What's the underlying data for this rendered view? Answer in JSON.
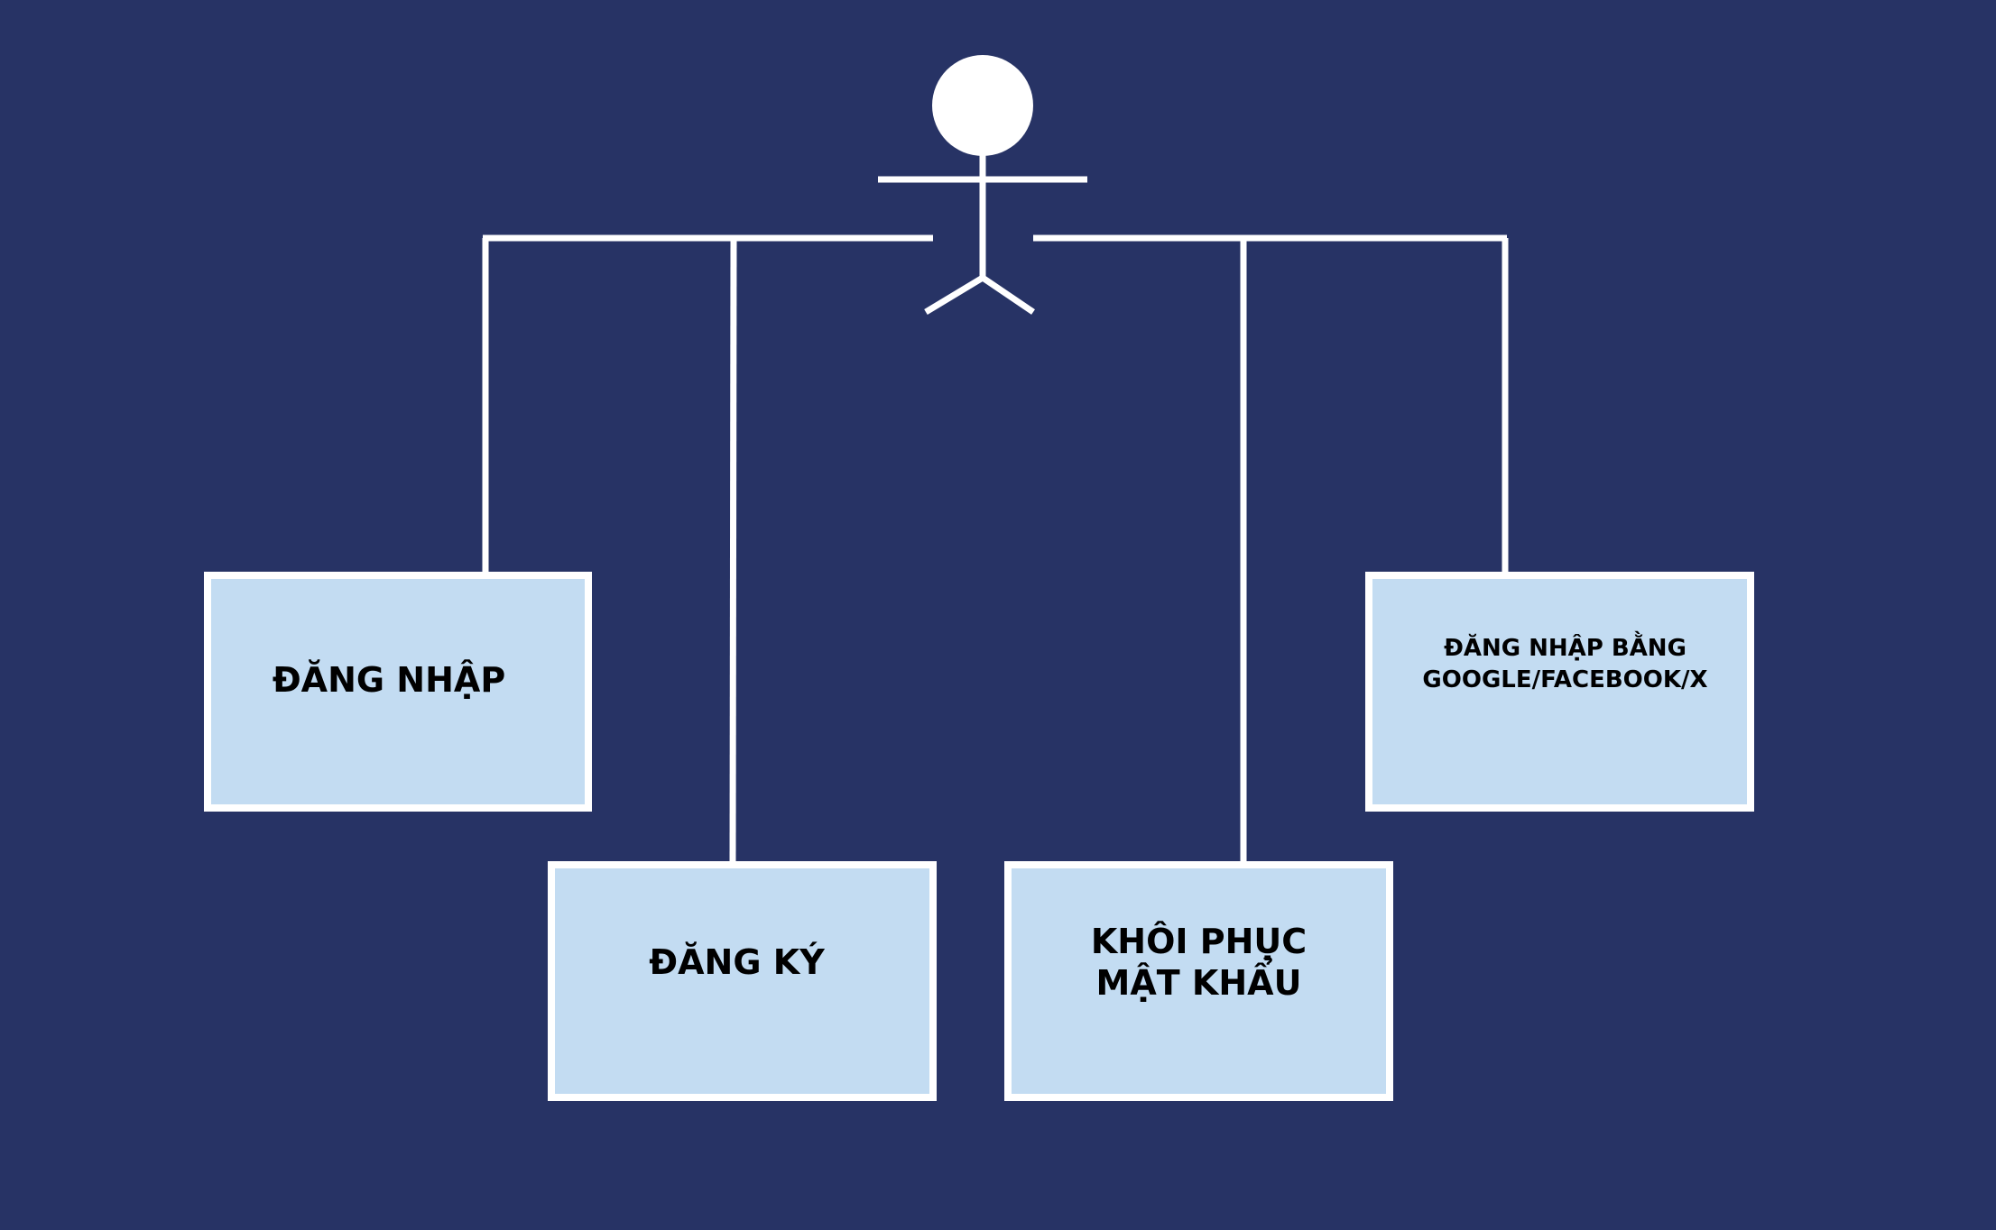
{
  "colors": {
    "background": "#273365",
    "box_fill": "#c3dcf2",
    "line": "#ffffff",
    "text": "#000000"
  },
  "actor": {
    "icon": "stick-figure-actor-icon"
  },
  "use_cases": {
    "login": {
      "label": "ĐĂNG NHẬP"
    },
    "register": {
      "label": "ĐĂNG KÝ"
    },
    "recover_password": {
      "line1": "KHÔI PHỤC",
      "line2": "MẬT KHẨU"
    },
    "social_login": {
      "line1": "ĐĂNG NHẬP BẰNG",
      "line2": "GOOGLE/FACEBOOK/X"
    }
  }
}
